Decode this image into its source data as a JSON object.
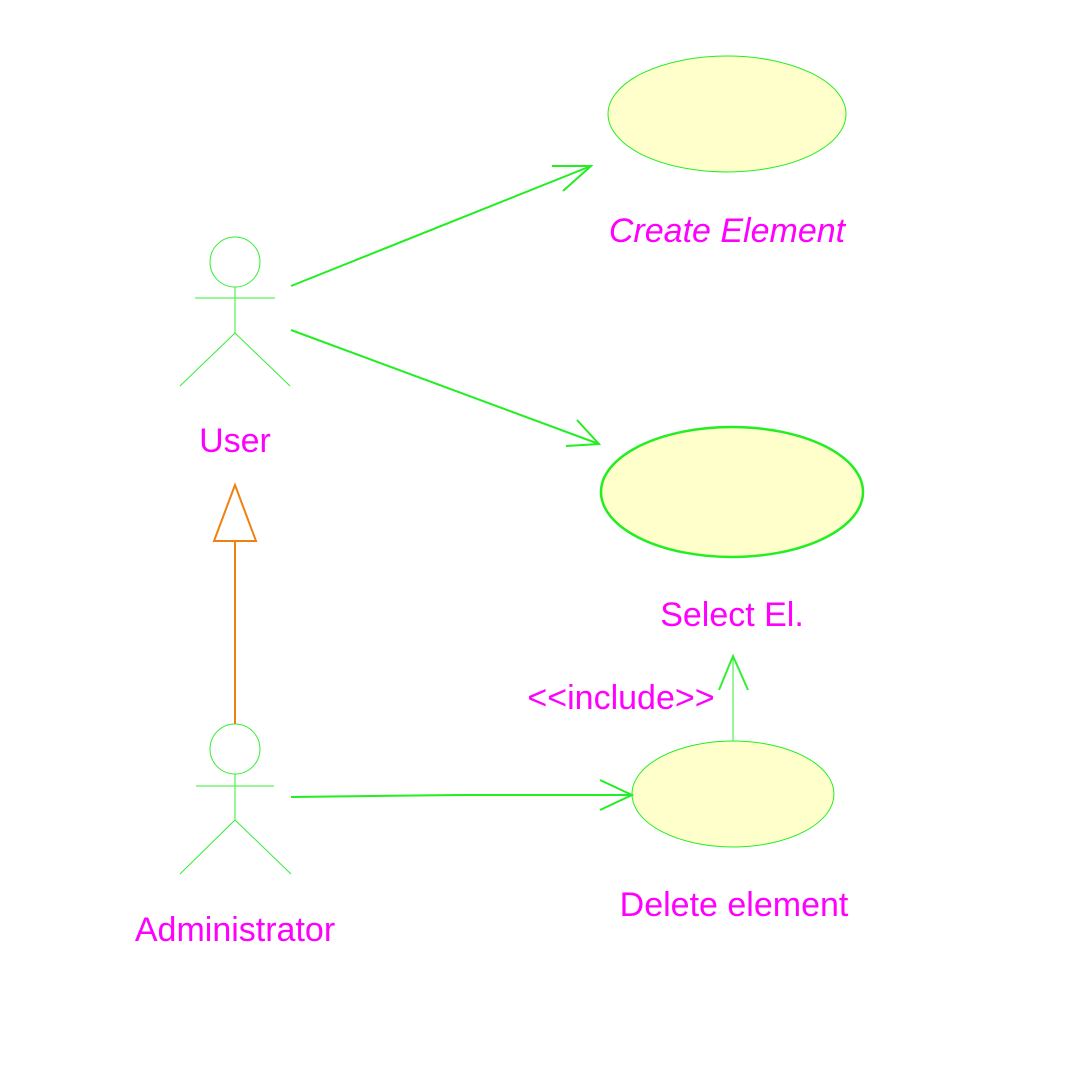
{
  "colors": {
    "actor": "#33ee33",
    "association": "#22ee22",
    "generalization": "#f08010",
    "usecase_fill": "#ffffcc",
    "usecase_border": "#22ee22",
    "label": "#ff00ff"
  },
  "actors": [
    {
      "id": "user",
      "label": "User"
    },
    {
      "id": "administrator",
      "label": "Administrator"
    }
  ],
  "use_cases": [
    {
      "id": "create-element",
      "label": "Create Element",
      "italic": true
    },
    {
      "id": "select-el",
      "label": "Select El.",
      "italic": false
    },
    {
      "id": "delete-element",
      "label": "Delete element",
      "italic": false
    }
  ],
  "relationships": [
    {
      "type": "association",
      "from": "user",
      "to": "create-element"
    },
    {
      "type": "association",
      "from": "user",
      "to": "select-el"
    },
    {
      "type": "association",
      "from": "administrator",
      "to": "delete-element"
    },
    {
      "type": "generalization",
      "from": "administrator",
      "to": "user"
    },
    {
      "type": "include",
      "from": "delete-element",
      "to": "select-el",
      "stereotype": "<<include>>"
    }
  ]
}
